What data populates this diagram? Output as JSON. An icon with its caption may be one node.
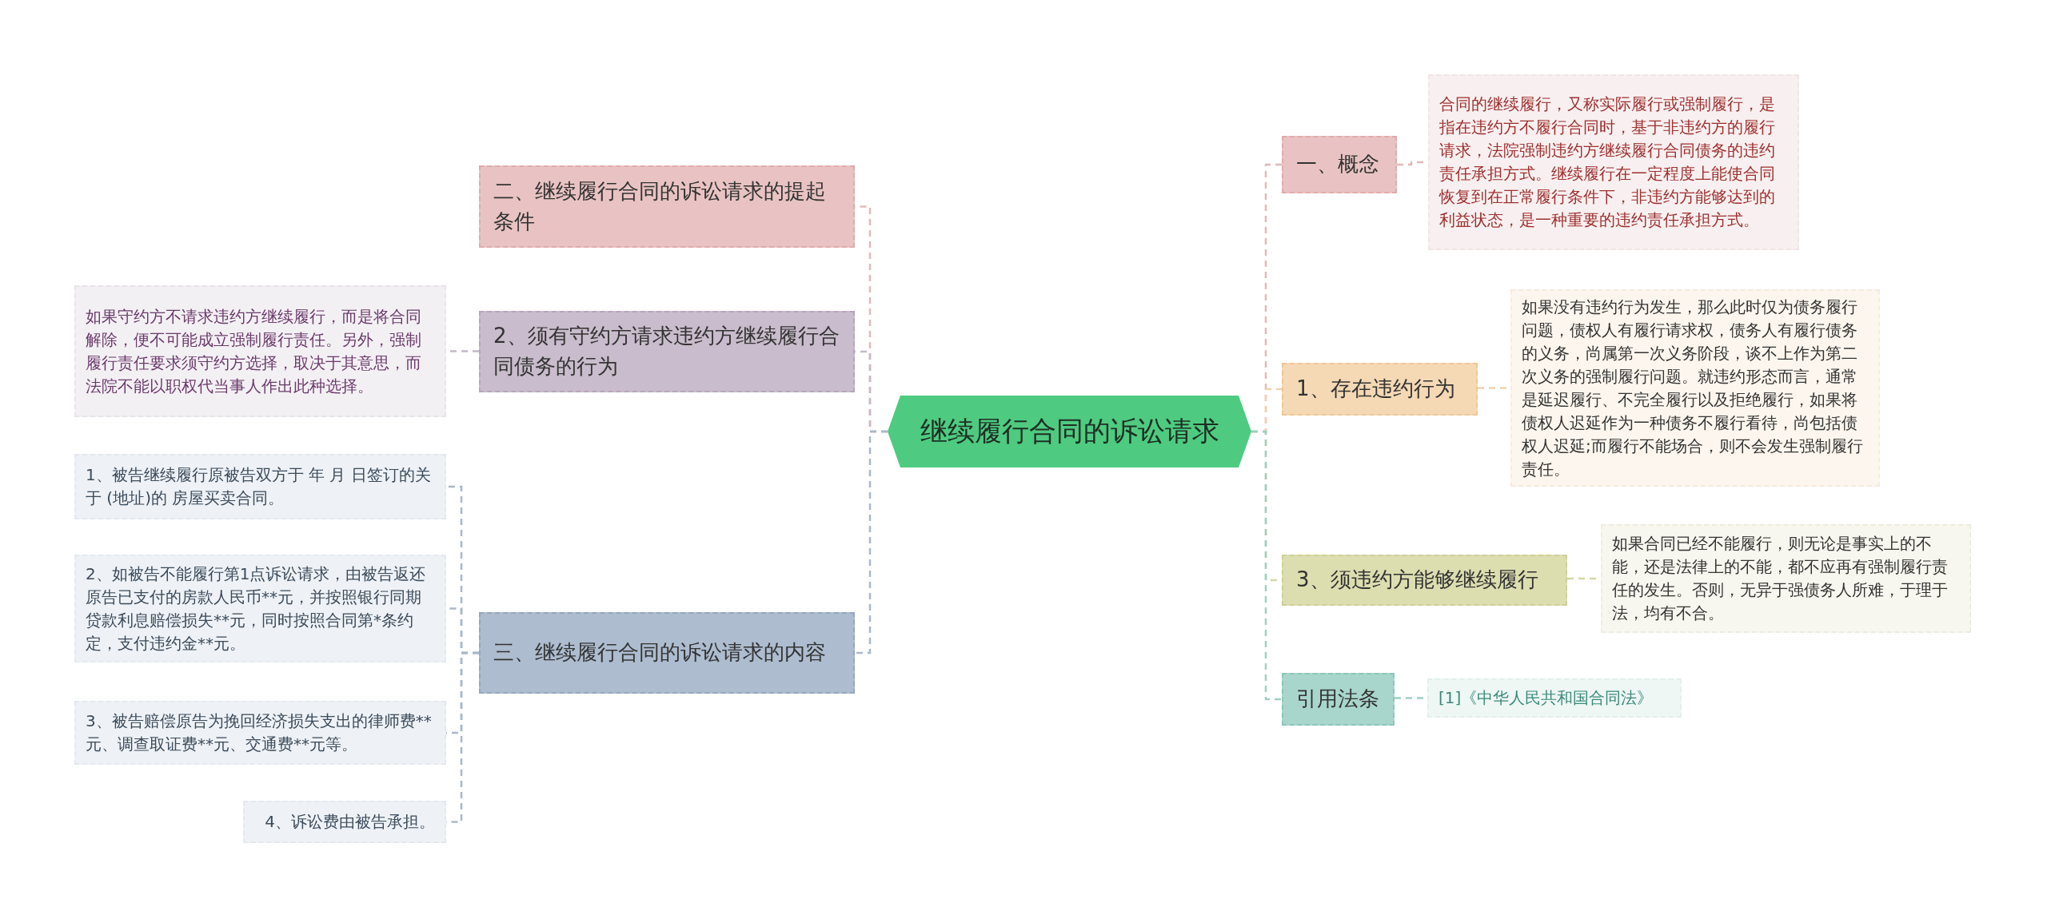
{
  "diagram": {
    "nodes": [
      {
        "text": [
          "继续履行合同的诉讼请求"
        ]
      },
      {
        "text": [
          "二、继续履行合同的诉讼请求的提起条件"
        ]
      },
      {
        "text": [
          "2、须有守约方请求违约方继续履行合同债务的行为"
        ]
      },
      {
        "text": [
          "如果守约方不请求违约方继续履行，而是将合同解除，便不可能成立强制履行责任。另外，强制履行责任要求须守约方选择，取决于其意思，而法院不能以职权代当事人作出此种选择。"
        ]
      },
      {
        "text": [
          "三、继续履行合同的诉讼请求的内容"
        ]
      },
      {
        "text": [
          "1、被告继续履行原被告双方于 年 月 日签订的关于 (地址)的 房屋买卖合同。"
        ]
      },
      {
        "text": [
          "2、如被告不能履行第1点诉讼请求，由被告返还原告已支付的房款人民币**元，并按照银行同期贷款利息赔偿损失**元，同时按照合同第*条约定，支付违约金**元。"
        ]
      },
      {
        "text": [
          "3、被告赔偿原告为挽回经济损失支出的律师费**元、调查取证费**元、交通费**元等。"
        ]
      },
      {
        "text": [
          "4、诉讼费由被告承担。"
        ]
      },
      {
        "text": [
          "一、概念"
        ]
      },
      {
        "text": [
          "合同的继续履行，又称实际履行或强制履行，是指在违约方不履行合同时，基于非违约方的履行请求，法院强制违约方继续履行合同债务的违约责任承担方式。继续履行在一定程度上能使合同恢复到在正常履行条件下，非违约方能够达到的利益状态，是一种重要的违约责任承担方式。"
        ]
      },
      {
        "text": [
          "1、存在违约行为"
        ]
      },
      {
        "text": [
          "如果没有违约行为发生，那么此时仅为债务履行问题，债权人有履行请求权，债务人有履行债务的义务，尚属第一次义务阶段，谈不上作为第二次义务的强制履行问题。就违约形态而言，通常是延迟履行、不完全履行以及拒绝履行，如果将债权人迟延作为一种债务不履行看待，尚包括债权人迟延;而履行不能场合，则不会发生强制履行责任。"
        ]
      },
      {
        "text": [
          "3、须违约方能够继续履行"
        ]
      },
      {
        "text": [
          "如果合同已经不能履行，则无论是事实上的不能，还是法律上的不能，都不应再有强制履行责任的发生。否则，无异于强债务人所难，于理于法，均有不合。"
        ]
      },
      {
        "text": [
          "引用法条"
        ]
      },
      {
        "text": [
          "[1]《中华人民共和国合同法》"
        ]
      }
    ],
    "edges": [
      {
        "from": 0,
        "to": 1,
        "arrow": "none",
        "style": "dashed",
        "color": "#e3b9b9"
      },
      {
        "from": 0,
        "to": 2,
        "arrow": "none",
        "style": "dashed",
        "color": "#c5b8c9"
      },
      {
        "from": 2,
        "to": 3,
        "arrow": "none",
        "style": "dashed",
        "color": "#c5b8c9"
      },
      {
        "from": 0,
        "to": 4,
        "arrow": "none",
        "style": "dashed",
        "color": "#a9b8c9"
      },
      {
        "from": 4,
        "to": 5,
        "arrow": "none",
        "style": "dashed",
        "color": "#a9b8c9"
      },
      {
        "from": 4,
        "to": 6,
        "arrow": "none",
        "style": "dashed",
        "color": "#a9b8c9"
      },
      {
        "from": 4,
        "to": 7,
        "arrow": "none",
        "style": "dashed",
        "color": "#a9b8c9"
      },
      {
        "from": 4,
        "to": 8,
        "arrow": "none",
        "style": "dashed",
        "color": "#a9b8c9"
      },
      {
        "from": 0,
        "to": 9,
        "arrow": "none",
        "style": "dashed",
        "color": "#e3b9b9"
      },
      {
        "from": 9,
        "to": 10,
        "arrow": "none",
        "style": "dashed",
        "color": "#e3b9b9"
      },
      {
        "from": 0,
        "to": 11,
        "arrow": "none",
        "style": "dashed",
        "color": "#efd2ad"
      },
      {
        "from": 11,
        "to": 12,
        "arrow": "none",
        "style": "dashed",
        "color": "#efd2ad"
      },
      {
        "from": 0,
        "to": 13,
        "arrow": "none",
        "style": "dashed",
        "color": "#d5d7a6"
      },
      {
        "from": 13,
        "to": 14,
        "arrow": "none",
        "style": "dashed",
        "color": "#d5d7a6"
      },
      {
        "from": 0,
        "to": 15,
        "arrow": "none",
        "style": "dashed",
        "color": "#9fcfc3"
      },
      {
        "from": 15,
        "to": 16,
        "arrow": "none",
        "style": "dashed",
        "color": "#9fcfc3"
      }
    ]
  }
}
